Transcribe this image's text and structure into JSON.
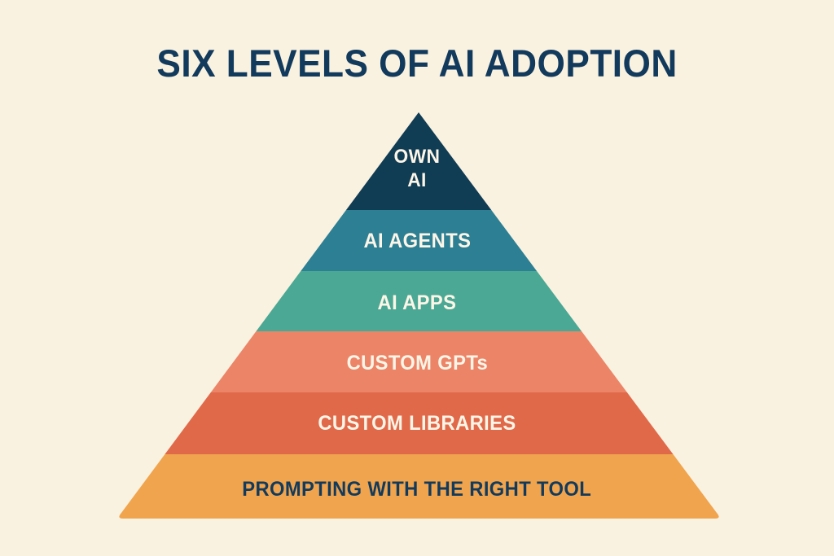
{
  "page": {
    "background_color": "#faf2e0",
    "title": "SIX LEVELS OF AI ADOPTION",
    "title_color": "#123a5c"
  },
  "chart_data": {
    "type": "pyramid",
    "title": "SIX LEVELS OF AI ADOPTION",
    "subtitle": "",
    "xlabel": "",
    "ylabel": "",
    "orientation": "apex-up",
    "level_count": 6,
    "legend_position": "none",
    "grid": false,
    "categories": [
      "PROMPTING WITH THE RIGHT TOOL",
      "CUSTOM LIBRARIES",
      "CUSTOM GPTs",
      "AI APPS",
      "AI AGENTS",
      "OWN AI"
    ],
    "values": [
      1,
      2,
      3,
      4,
      5,
      6
    ],
    "levels": [
      {
        "rank": 1,
        "position": "base",
        "label": "PROMPTING WITH THE RIGHT TOOL",
        "color": "#f0a44e",
        "text_color": "#123a5c"
      },
      {
        "rank": 2,
        "position": "second",
        "label": "CUSTOM LIBRARIES",
        "color": "#e0694a",
        "text_color": "#fdf6e8"
      },
      {
        "rank": 3,
        "position": "third",
        "label": "CUSTOM GPTs",
        "color": "#ec8468",
        "text_color": "#fdf6e8"
      },
      {
        "rank": 4,
        "position": "fourth",
        "label": "AI APPS",
        "color": "#4aa894",
        "text_color": "#fdf6e8"
      },
      {
        "rank": 5,
        "position": "fifth",
        "label": "AI AGENTS",
        "color": "#2d7f94",
        "text_color": "#fdf6e8"
      },
      {
        "rank": 6,
        "position": "apex",
        "label": "OWN AI",
        "label_line1": "OWN",
        "label_line2": "AI",
        "color": "#103c54",
        "text_color": "#fdf6e8"
      }
    ]
  }
}
